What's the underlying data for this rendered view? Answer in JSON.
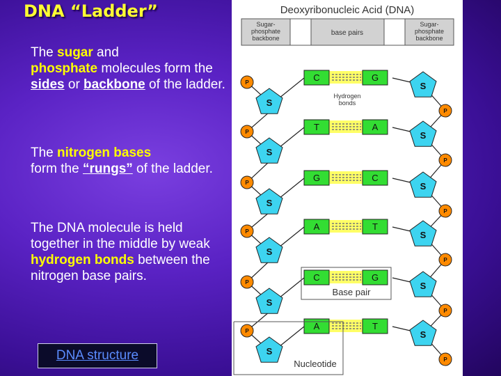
{
  "slide": {
    "title": "DNA “Ladder”",
    "p1": {
      "t1": "The ",
      "sugar": "sugar",
      "t2": " and ",
      "phosphate": "phosphate",
      "t3": " molecules form the ",
      "sides": "sides",
      "t4": " or ",
      "backbone": "backbone",
      "t5": " of the ladder."
    },
    "p2": {
      "t1": "The ",
      "bases": "nitrogen bases",
      "t2": " form the ",
      "rungs": "“rungs”",
      "t3": " of the ladder."
    },
    "p3": {
      "t1": "The DNA molecule is held together in the middle by weak ",
      "hbonds": "hydrogen bonds",
      "t2": " between the nitrogen base pairs."
    },
    "link_label": "DNA structure"
  },
  "diagram": {
    "header_title": "Deoxyribonucleic Acid (DNA)",
    "legend": {
      "left": "Sugar-\nphosphate\nbackbone",
      "middle": "base pairs",
      "right": "Sugar-\nphosphate\nbackbone"
    },
    "hydrogen_label": "Hydrogen\nbonds",
    "base_pair_label": "Base pair",
    "nucleotide_label": "Nucleotide",
    "sugar_label": "S",
    "phosphate_label": "P",
    "pairs": [
      {
        "left": "C",
        "right": "G"
      },
      {
        "left": "T",
        "right": "A"
      },
      {
        "left": "G",
        "right": "C"
      },
      {
        "left": "A",
        "right": "T"
      },
      {
        "left": "C",
        "right": "G"
      },
      {
        "left": "A",
        "right": "T"
      }
    ],
    "colors": {
      "base": "#33dd33",
      "sugar": "#3dd4f0",
      "phosphate": "#ff8a00",
      "hbond": "#ffff66",
      "legend": "#d2d2d2"
    }
  }
}
